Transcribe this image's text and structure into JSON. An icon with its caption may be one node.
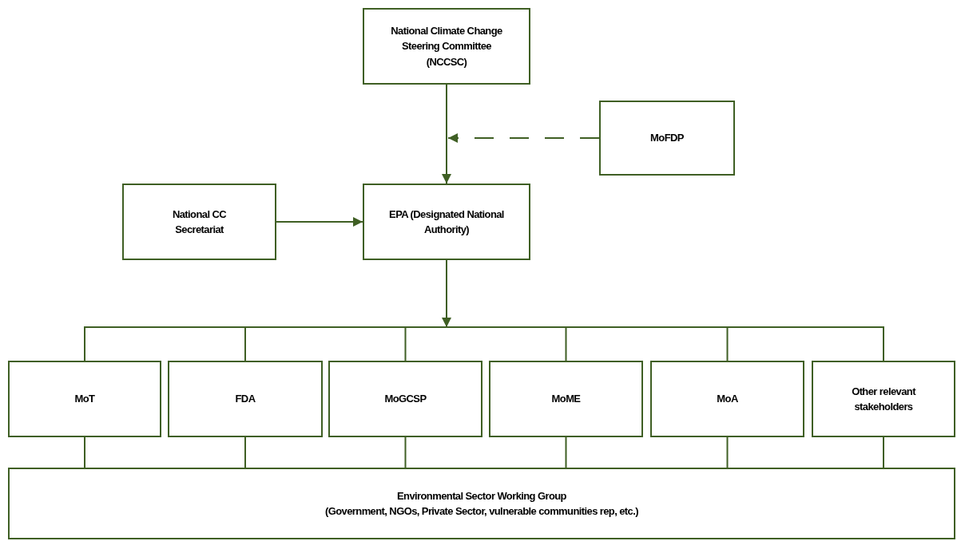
{
  "diagram": {
    "nodes": [
      {
        "text": [
          "National Climate Change Steering Committee (NCCSC)"
        ]
      },
      {
        "text": [
          "MoFDP"
        ]
      },
      {
        "text": [
          "National CC Secretariat"
        ]
      },
      {
        "text": [
          "EPA (Designated National Authority)"
        ]
      },
      {
        "text": [
          "MoT"
        ]
      },
      {
        "text": [
          "FDA"
        ]
      },
      {
        "text": [
          "MoGCSP"
        ]
      },
      {
        "text": [
          "MoME"
        ]
      },
      {
        "text": [
          "MoA"
        ]
      },
      {
        "text": [
          "Other relevant stakeholders"
        ]
      },
      {
        "text": [
          "Environmental Sector Working Group",
          "(Government, NGOs, Private Sector, vulnerable communities rep, etc.)"
        ]
      }
    ],
    "edges": [
      {
        "from": 0,
        "to": 3,
        "arrow": "to"
      },
      {
        "from": 1,
        "to": null,
        "arrow": "to",
        "style": "dashed"
      },
      {
        "from": 2,
        "to": 3,
        "arrow": "to"
      },
      {
        "from": 3,
        "to": null,
        "arrow": "to"
      },
      {
        "from": null,
        "to": 4,
        "arrow": "none"
      },
      {
        "from": null,
        "to": 5,
        "arrow": "none"
      },
      {
        "from": null,
        "to": 6,
        "arrow": "none"
      },
      {
        "from": null,
        "to": 7,
        "arrow": "none"
      },
      {
        "from": null,
        "to": 8,
        "arrow": "none"
      },
      {
        "from": null,
        "to": 9,
        "arrow": "none"
      },
      {
        "from": 4,
        "to": 10,
        "arrow": "none"
      },
      {
        "from": 5,
        "to": 10,
        "arrow": "none"
      },
      {
        "from": 6,
        "to": 10,
        "arrow": "none"
      },
      {
        "from": 7,
        "to": 10,
        "arrow": "none"
      },
      {
        "from": 8,
        "to": 10,
        "arrow": "none"
      },
      {
        "from": 9,
        "to": 10,
        "arrow": "none"
      }
    ]
  }
}
